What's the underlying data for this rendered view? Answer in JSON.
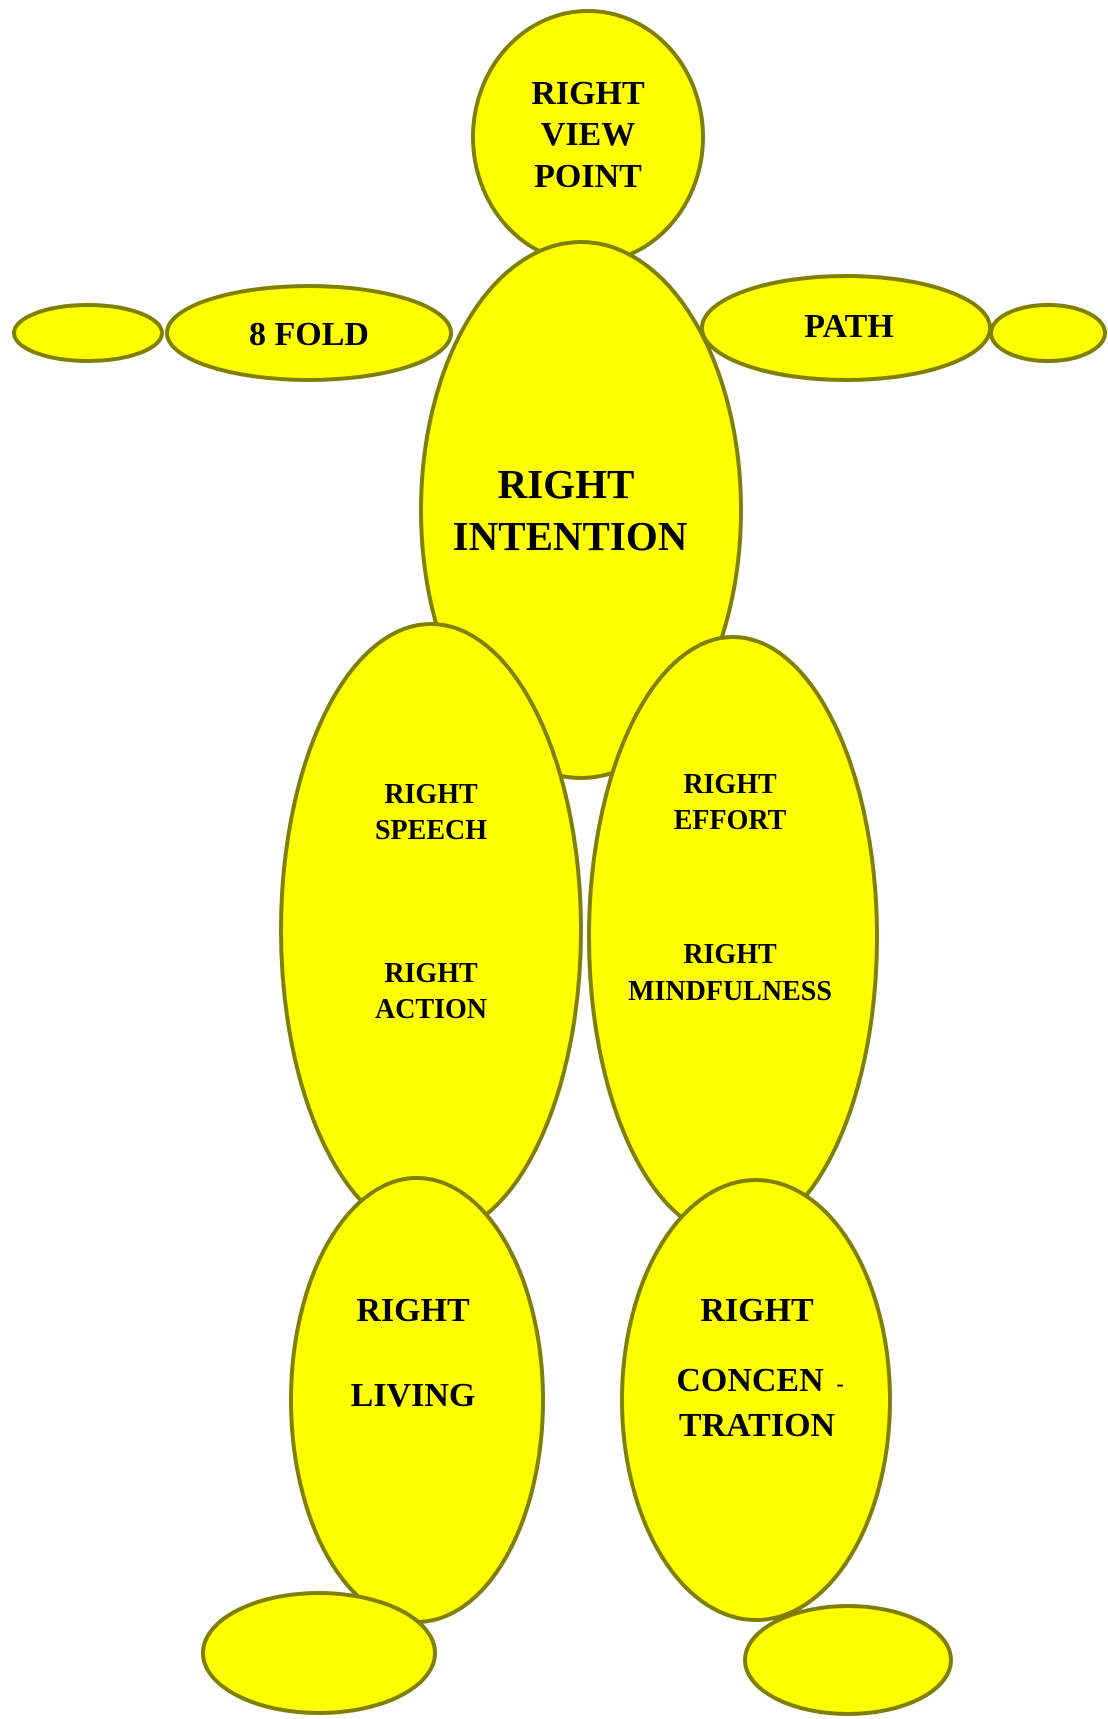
{
  "diagram": {
    "colors": {
      "fill": "#FFFF00",
      "stroke": "#7F7F00",
      "text": "#000000"
    },
    "head": {
      "line1": "RIGHT",
      "line2": "VIEW",
      "line3": "POINT"
    },
    "left_arm": {
      "label": "8 FOLD"
    },
    "right_arm": {
      "label": "PATH"
    },
    "torso": {
      "line1": "RIGHT",
      "line2": "INTENTION"
    },
    "left_thigh": {
      "item1_line1": "RIGHT",
      "item1_line2": "SPEECH",
      "item2_line1": "RIGHT",
      "item2_line2": "ACTION"
    },
    "right_thigh": {
      "item1_line1": "RIGHT",
      "item1_line2": "EFFORT",
      "item2_line1": "RIGHT",
      "item2_line2": "MINDFULNESS"
    },
    "left_shin": {
      "line1": "RIGHT",
      "line2": "LIVING"
    },
    "right_shin": {
      "line1": "RIGHT",
      "line2": "CONCEN",
      "hyphen": "-",
      "line3": "TRATION"
    }
  }
}
